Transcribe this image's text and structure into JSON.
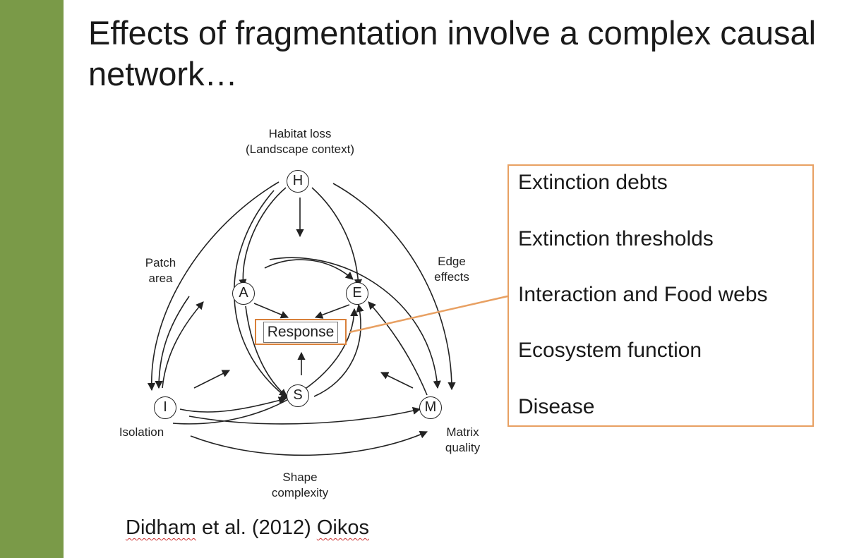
{
  "slide": {
    "title": "Effects of fragmentation involve a complex causal network…",
    "accent_color": "#7a9a48",
    "highlight_color": "#e8a062"
  },
  "diagram": {
    "labels": {
      "habitat_loss_line1": "Habitat loss",
      "habitat_loss_line2": "(Landscape context)",
      "patch_area_line1": "Patch",
      "patch_area_line2": "area",
      "edge_effects_line1": "Edge",
      "edge_effects_line2": "effects",
      "isolation": "Isolation",
      "matrix_quality_line1": "Matrix",
      "matrix_quality_line2": "quality",
      "shape_line1": "Shape",
      "shape_line2": "complexity"
    },
    "nodes": {
      "H": "H",
      "A": "A",
      "E": "E",
      "I": "I",
      "S": "S",
      "M": "M"
    },
    "response": "Response"
  },
  "callout": {
    "items": [
      "Extinction debts",
      "Extinction thresholds",
      "Interaction and Food webs",
      "Ecosystem function",
      "Disease"
    ]
  },
  "citation": {
    "authors": "Didham",
    "middle": " et al. (2012) ",
    "journal": "Oikos"
  }
}
